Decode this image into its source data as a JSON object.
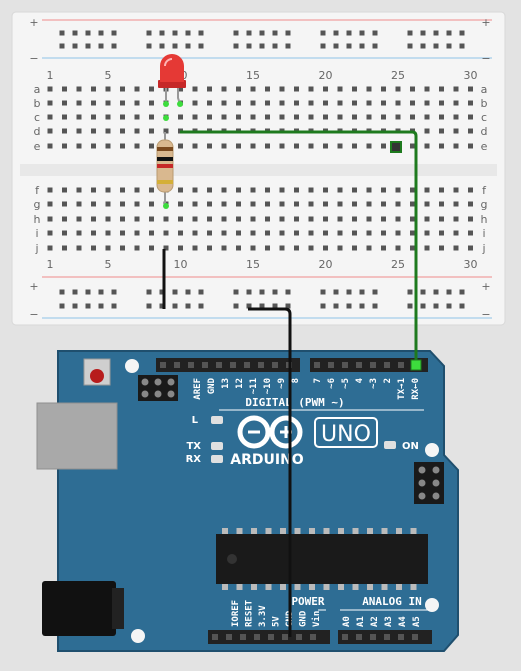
{
  "breadboard": {
    "column_numbers": [
      "1",
      "5",
      "10",
      "15",
      "20",
      "25",
      "30"
    ],
    "rows_top": [
      "a",
      "b",
      "c",
      "d",
      "e"
    ],
    "rows_bottom": [
      "f",
      "g",
      "h",
      "i",
      "j"
    ],
    "rail_plus": "+",
    "rail_minus": "−"
  },
  "arduino": {
    "brand": "ARDUINO",
    "model": "UNO",
    "digital_label": "DIGITAL (PWM ~)",
    "power_label": "POWER",
    "analog_label": "ANALOG IN",
    "led_l": "L",
    "led_tx": "TX",
    "led_rx": "RX",
    "led_on": "ON",
    "digital_pins": [
      "AREF",
      "GND",
      "13",
      "12",
      "~11",
      "~10",
      "~9",
      "8",
      "7",
      "~6",
      "~5",
      "4",
      "~3",
      "2",
      "TX→1",
      "RX←0"
    ],
    "power_pins": [
      "IOREF",
      "RESET",
      "3.3V",
      "5V",
      "GND",
      "GND",
      "Vin"
    ],
    "analog_pins": [
      "A0",
      "A1",
      "A2",
      "A3",
      "A4",
      "A5"
    ]
  },
  "colors": {
    "board": "#2e6d94",
    "board_edge": "#1f4f6e",
    "breadboard": "#f5f5f5",
    "led": "#e53935",
    "wire_green": "#1e7a1e",
    "wire_black": "#111111",
    "rail_red": "#f08a8a",
    "rail_blue": "#8ec4e6"
  }
}
